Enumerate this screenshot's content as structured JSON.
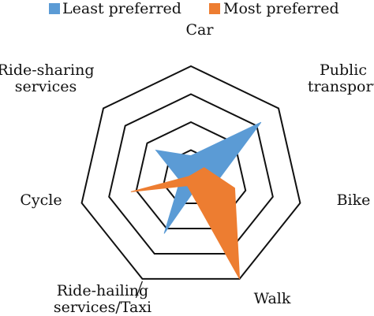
{
  "chart_data": {
    "type": "radar",
    "title": "",
    "axes": [
      {
        "label_lines": [
          "Car"
        ]
      },
      {
        "label_lines": [
          "Public",
          "transport"
        ]
      },
      {
        "label_lines": [
          "Bike"
        ]
      },
      {
        "label_lines": [
          "Walk"
        ]
      },
      {
        "label_lines": [
          "Ride-hailing",
          "services/Taxi"
        ]
      },
      {
        "label_lines": [
          "Cycle"
        ]
      },
      {
        "label_lines": [
          "Ride-sharing",
          "services"
        ]
      }
    ],
    "rmax": 4,
    "rings": [
      1,
      2,
      3,
      4
    ],
    "legend_position": "top",
    "series": [
      {
        "name": "Least preferred",
        "color": "#5b9bd5",
        "values": [
          0.8,
          3.2,
          0.9,
          0.4,
          2.2,
          0.4,
          1.6
        ]
      },
      {
        "name": "Most preferred",
        "color": "#ed7d31",
        "values": [
          0.1,
          0.6,
          1.6,
          4.0,
          0.3,
          2.2,
          0.1
        ]
      }
    ]
  }
}
